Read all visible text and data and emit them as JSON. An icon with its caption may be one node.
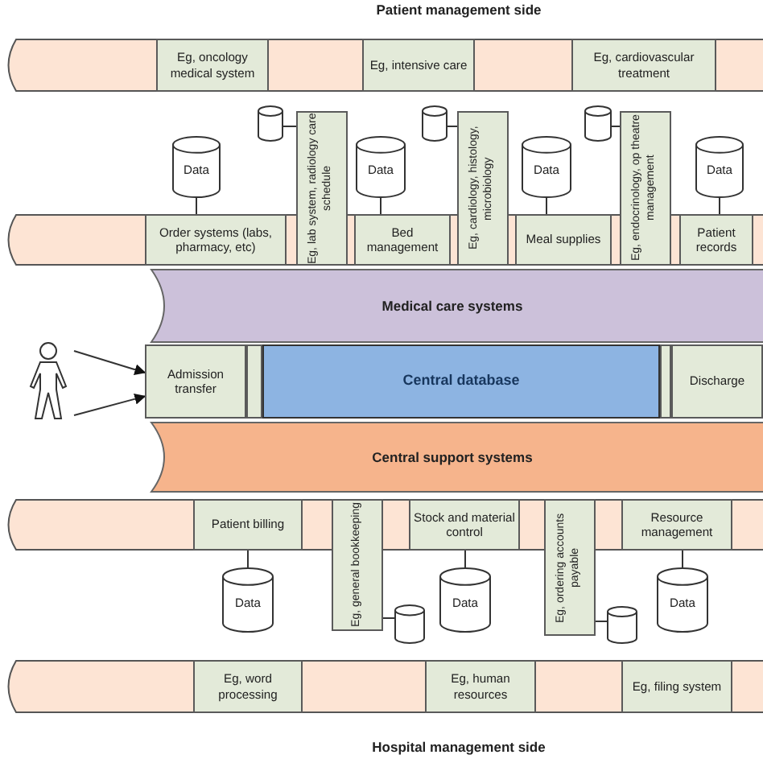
{
  "diagram": {
    "title": "Patient management side",
    "nodes": [
      {
        "text": [],
        "shape": "band"
      },
      {
        "text": [
          "Eg, oncology medical system"
        ],
        "in": 0
      },
      {
        "text": [
          "Eg, intensive care"
        ],
        "in": 0
      },
      {
        "text": [
          "Eg, cardiovascular treatment"
        ],
        "in": 0
      },
      {
        "text": [],
        "shape": "cylinder"
      },
      {
        "text": [
          "Eg, lab system, radiology care schedule"
        ]
      },
      {
        "text": [],
        "shape": "cylinder"
      },
      {
        "text": [
          "Eg, cardiology, histology, microbiology"
        ]
      },
      {
        "text": [],
        "shape": "cylinder"
      },
      {
        "text": [
          "Eg, endocrinology, op theatre management"
        ]
      },
      {
        "text": [
          "Data"
        ]
      },
      {
        "text": [
          "Data"
        ]
      },
      {
        "text": [
          "Data"
        ]
      },
      {
        "text": [
          "Data"
        ]
      },
      {
        "text": [],
        "shape": "band"
      },
      {
        "text": [
          "Order systems (labs, pharmacy, etc)"
        ],
        "in": 14
      },
      {
        "text": [
          "Bed management"
        ],
        "in": 14
      },
      {
        "text": [
          "Meal supplies"
        ],
        "in": 14
      },
      {
        "text": [
          "Patient records"
        ],
        "in": 14
      },
      {
        "text": [
          "Medical care systems"
        ]
      },
      {
        "text": [],
        "shape": "person"
      },
      {
        "text": [
          "Admission transfer"
        ]
      },
      {
        "text": [
          "Central database"
        ]
      },
      {
        "text": [
          "Discharge"
        ]
      },
      {
        "text": [
          "Central support systems"
        ]
      },
      {
        "text": [],
        "shape": "band"
      },
      {
        "text": [
          "Patient billing"
        ],
        "in": 25
      },
      {
        "text": [
          "Eg, general bookkeeping"
        ]
      },
      {
        "text": [
          "Stock and material control"
        ],
        "in": 25
      },
      {
        "text": [
          "Eg, ordering accounts payable"
        ]
      },
      {
        "text": [
          "Resource management"
        ],
        "in": 25
      },
      {
        "text": [
          "Data"
        ]
      },
      {
        "text": [],
        "shape": "cylinder"
      },
      {
        "text": [
          "Data"
        ]
      },
      {
        "text": [],
        "shape": "cylinder"
      },
      {
        "text": [
          "Data"
        ]
      },
      {
        "text": [],
        "shape": "band"
      },
      {
        "text": [
          "Eg, word processing"
        ],
        "in": 36
      },
      {
        "text": [
          "Eg, human resources"
        ],
        "in": 36
      },
      {
        "text": [
          "Eg, filing system"
        ],
        "in": 36
      }
    ],
    "edges": [
      {
        "from": 10,
        "to": 15,
        "arrow": "none"
      },
      {
        "from": 11,
        "to": 16,
        "arrow": "none"
      },
      {
        "from": 12,
        "to": 17,
        "arrow": "none"
      },
      {
        "from": 13,
        "to": 18,
        "arrow": "none"
      },
      {
        "from": 4,
        "to": 5,
        "arrow": "none"
      },
      {
        "from": 6,
        "to": 7,
        "arrow": "none"
      },
      {
        "from": 8,
        "to": 9,
        "arrow": "none"
      },
      {
        "from": 20,
        "to": 21,
        "arrow": "to"
      },
      {
        "from": 20,
        "to": 21,
        "arrow": "to"
      },
      {
        "from": 26,
        "to": 31,
        "arrow": "none"
      },
      {
        "from": 28,
        "to": 33,
        "arrow": "none"
      },
      {
        "from": 30,
        "to": 35,
        "arrow": "none"
      },
      {
        "from": 27,
        "to": 32,
        "arrow": "none"
      },
      {
        "from": 29,
        "to": 34,
        "arrow": "none"
      }
    ],
    "labels": [
      "Hospital management side"
    ]
  }
}
